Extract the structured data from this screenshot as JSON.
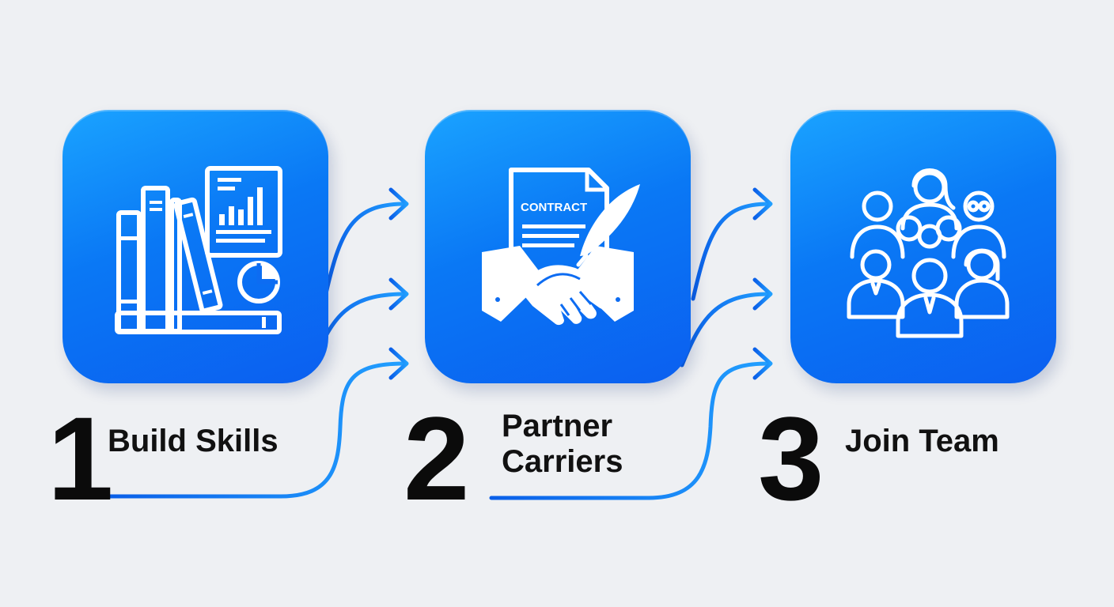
{
  "steps": [
    {
      "number": "1",
      "label_lines": [
        "Build Skills"
      ],
      "icon": "books-and-report-icon"
    },
    {
      "number": "2",
      "label_lines": [
        "Partner",
        "Carriers"
      ],
      "icon": "contract-handshake-icon",
      "icon_text": "CONTRACT"
    },
    {
      "number": "3",
      "label_lines": [
        "Join Team"
      ],
      "icon": "team-people-icon"
    }
  ],
  "colors": {
    "background": "#eef0f3",
    "tile_light": "#1aa3ff",
    "tile_dark": "#0b5ff0",
    "arrow": "#1f8cf5",
    "text": "#111111"
  }
}
